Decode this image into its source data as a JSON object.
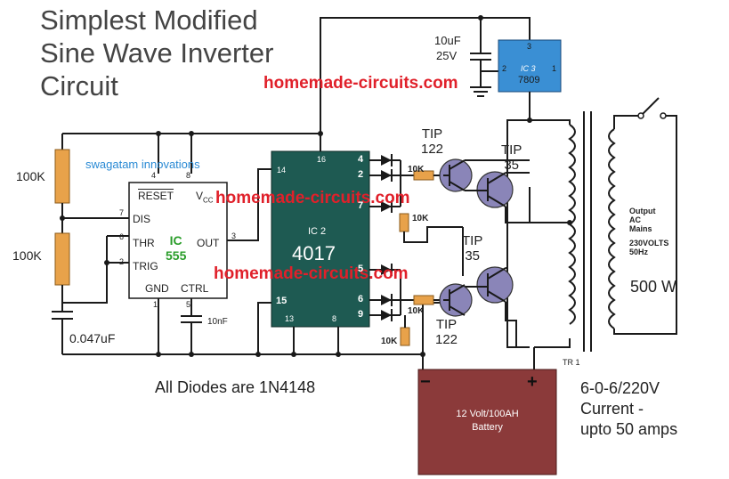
{
  "title_lines": [
    "Simplest Modified",
    "Sine Wave Inverter",
    "Circuit"
  ],
  "watermarks": {
    "site": "homemade-circuits.com",
    "author": "swagatam innovations"
  },
  "ic555": {
    "line1": "IC",
    "line2": "555",
    "pins": {
      "reset": "RESET",
      "vcc": "V",
      "vcc_sub": "CC",
      "dis": "DIS",
      "thr": "THR",
      "trig": "TRIG",
      "gnd": "GND",
      "ctrl": "CTRL",
      "out": "OUT"
    },
    "pin_numbers": {
      "p4": "4",
      "p8": "8",
      "p7": "7",
      "p6": "6",
      "p2": "2",
      "p1": "1",
      "p5": "5",
      "p3": "3"
    }
  },
  "ic4017": {
    "label": "IC 2",
    "name": "4017",
    "pin_numbers": {
      "p14": "14",
      "p16": "16",
      "p4": "4",
      "p2": "2",
      "p7": "7",
      "p5": "5",
      "p6": "6",
      "p9": "9",
      "p15": "15",
      "p13": "13",
      "p8": "8"
    }
  },
  "ic7809": {
    "label": "IC 3",
    "name": "7809",
    "pin_numbers": {
      "p1": "1",
      "p2": "2",
      "p3": "3"
    }
  },
  "components": {
    "r1": "100K",
    "r2": "100K",
    "c_timing": "0.047uF",
    "c_ctrl": "10nF",
    "c_reg_value": "10uF",
    "c_reg_voltage": "25V",
    "r_base_top": "10K",
    "r_mid": "10K",
    "r_base_bottom": "10K",
    "r_low": "10K",
    "q1_line1": "TIP",
    "q1_line2": "122",
    "q2_line1": "TIP",
    "q2_line2": "35",
    "q3_line1": "TIP",
    "q3_line2": "35",
    "q4_line1": "TIP",
    "q4_line2": "122"
  },
  "transformer": {
    "label": "TR 1",
    "output_line1": "Output",
    "output_line2": "AC",
    "output_line3": "Mains",
    "output_line4": "230VOLTS",
    "output_line5": "50Hz",
    "power": "500 W",
    "spec_line1": "6-0-6/220V",
    "spec_line2": "Current -",
    "spec_line3": "upto 50 amps"
  },
  "battery": {
    "neg": "−",
    "pos": "+",
    "line1": "12 Volt/100AH",
    "line2": "Battery"
  },
  "note": "All Diodes are 1N4148",
  "colors": {
    "ic555_text": "#2a9d2a",
    "ic4017_fill": "#1e5a52",
    "ic7809_fill": "#3a8fd4",
    "battery_fill": "#8b3a3a",
    "resistor": "#e8a24a",
    "watermark_red": "#e0202a",
    "watermark_blue": "#2a8ad4"
  }
}
